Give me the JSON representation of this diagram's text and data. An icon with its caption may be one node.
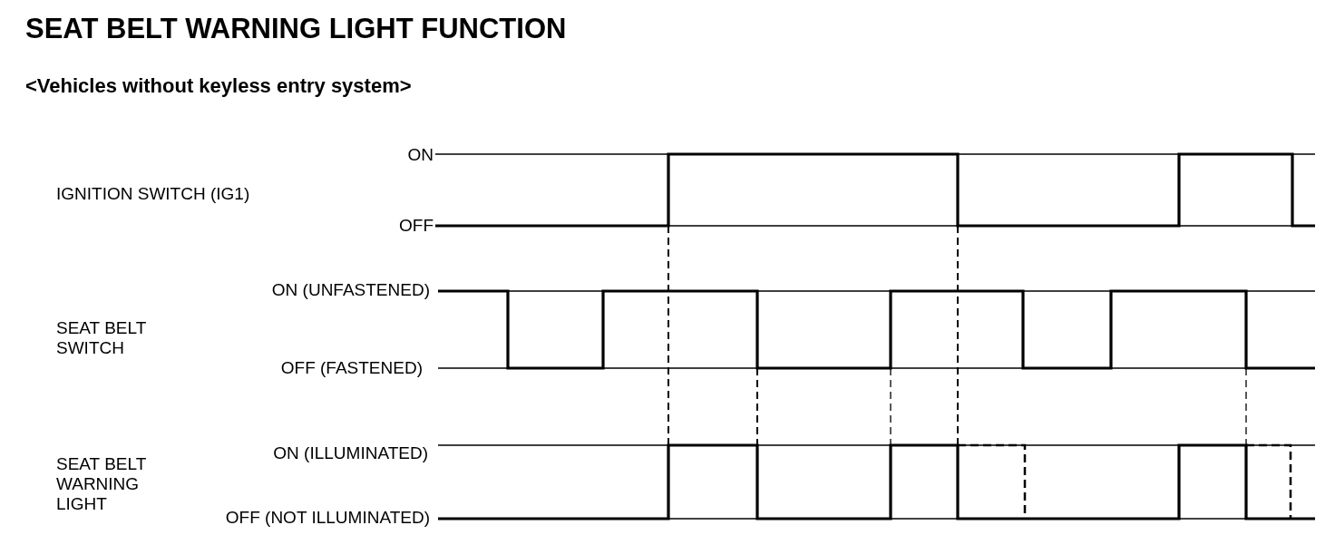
{
  "diagram": {
    "title": "SEAT BELT WARNING LIGHT FUNCTION",
    "labels": [
      "<Vehicles without keyless entry system>",
      "ON",
      "IGNITION SWITCH (IG1)",
      "OFF",
      "ON (UNFASTENED)",
      "SEAT BELT SWITCH",
      "OFF (FASTENED)",
      "ON (ILLUMINATED)",
      "SEAT BELT WARNING LIGHT",
      "OFF (NOT ILLUMINATED)"
    ]
  }
}
